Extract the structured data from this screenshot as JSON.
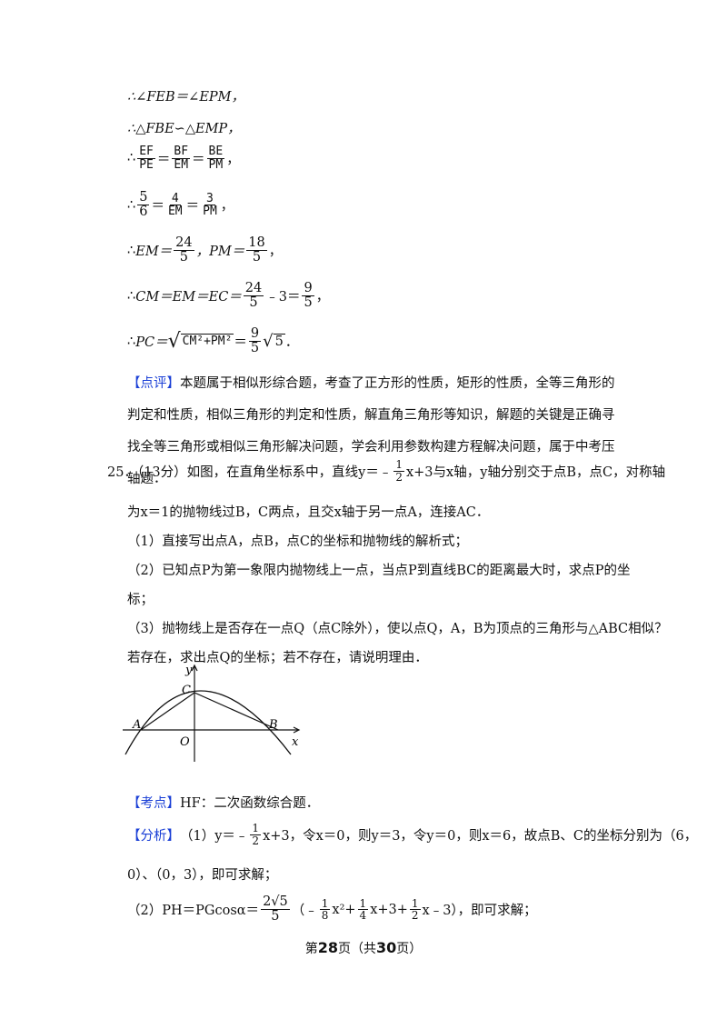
{
  "lines": {
    "l1": "∴∠FEB＝∠EPM，",
    "l2": "∴△FBE∽△EMP，",
    "therefore": "∴",
    "l3": {
      "f1n": "EF",
      "f1d": "PE",
      "f2n": "BF",
      "f2d": "EM",
      "f3n": "BE",
      "f3d": "PM",
      "eq": "＝",
      "end": "，"
    },
    "l4": {
      "f1n": "5",
      "f1d": "6",
      "f2n": "4",
      "f2d": "EM",
      "f3n": "3",
      "f3d": "PM",
      "end": "，"
    },
    "l5": {
      "a": "EM＝",
      "f1n": "24",
      "f1d": "5",
      "b": "，PM＝",
      "f2n": "18",
      "f2d": "5",
      "end": "，"
    },
    "l6": {
      "a": "CM＝EM＝EC＝",
      "f1n": "24",
      "f1d": "5",
      "b": "﹣3＝",
      "f2n": "9",
      "f2d": "5",
      "end": "，"
    },
    "l7": {
      "a": "PC＝",
      "sq": "CM²+PM²",
      "eq": "＝",
      "fn": "9",
      "fd": "5",
      "root": "5",
      "end": "．"
    }
  },
  "review": {
    "tag": "【点评】",
    "text": "本题属于相似形综合题，考查了正方形的性质，矩形的性质，全等三角形的判定和性质，相似三角形的判定和性质，解直角三角形等知识，解题的关键是正确寻找全等三角形或相似三角形解决问题，学会利用参数构建方程解决问题，属于中考压轴题．"
  },
  "problem": {
    "head": "25．（13分）如图，在直角坐标系中，直线y＝﹣",
    "fn": "1",
    "fd": "2",
    "tail": "x+3与x轴，y轴分别交于点B，点C，对称轴",
    "line2": "为x＝1的抛物线过B，C两点，且交x轴于另一点A，连接AC．",
    "q1": "（1）直接写出点A，点B，点C的坐标和抛物线的解析式；",
    "q2a": "（2）已知点P为第一象限内抛物线上一点，当点P到直线BC的距离最大时，求点P的坐",
    "q2b": "标；",
    "q3a": "（3）抛物线上是否存在一点Q（点C除外），使以点Q，A，B为顶点的三角形与△ABC相似？",
    "q3b": "若存在，求出点Q的坐标；若不存在，请说明理由．"
  },
  "figure": {
    "y": "y",
    "x": "x",
    "A": "A",
    "B": "B",
    "C": "C",
    "O": "O"
  },
  "kaodian": {
    "tag": "【考点】",
    "text": "HF：二次函数综合题．"
  },
  "fenxi": {
    "tag": "【分析】",
    "p1a": "（1）y＝﹣",
    "p1fn": "1",
    "p1fd": "2",
    "p1b": "x+3，令x＝0，则y＝3，令y＝0，则x＝6，故点B、C的坐标分别为（6，",
    "p1c": "0）、（0，3），即可求解；",
    "p2a": "（2）PH＝PGcosα＝",
    "p2fn": "2√5",
    "p2fd": "5",
    "p2b": "（﹣",
    "p2f1n": "1",
    "p2f1d": "8",
    "p2c": "x²+",
    "p2f2n": "1",
    "p2f2d": "4",
    "p2d": "x+3+",
    "p2f3n": "1",
    "p2f3d": "2",
    "p2e": "x﹣3），即可求解；"
  },
  "footer": {
    "pre": "第",
    "page": "28",
    "mid": "页（共",
    "total": "30",
    "post": "页）"
  }
}
